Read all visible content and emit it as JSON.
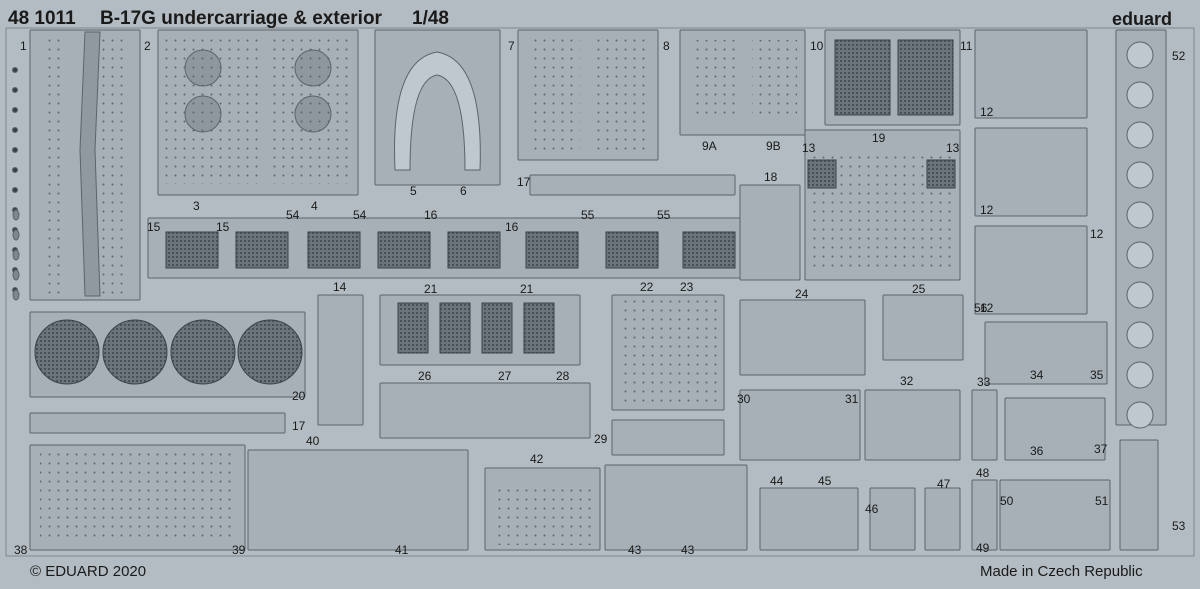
{
  "sheet": {
    "product_code": "48 1011",
    "title": "B-17G undercarriage & exterior",
    "scale": "1/48",
    "brand": "eduard",
    "copyright": "© EDUARD 2020",
    "origin": "Made in Czech Republic"
  },
  "part_numbers": [
    "1",
    "2",
    "3",
    "4",
    "5",
    "6",
    "7",
    "8",
    "9A",
    "9B",
    "10",
    "11",
    "12",
    "12",
    "12",
    "12",
    "13",
    "13",
    "14",
    "15",
    "15",
    "16",
    "16",
    "17",
    "17",
    "18",
    "19",
    "20",
    "21",
    "21",
    "22",
    "23",
    "24",
    "25",
    "26",
    "27",
    "28",
    "29",
    "30",
    "31",
    "32",
    "33",
    "34",
    "35",
    "36",
    "37",
    "38",
    "39",
    "40",
    "41",
    "42",
    "43",
    "43",
    "44",
    "45",
    "46",
    "47",
    "48",
    "49",
    "50",
    "51",
    "52",
    "53",
    "54",
    "54",
    "55",
    "55",
    "56"
  ],
  "colors": {
    "fret": "#b3bcc2",
    "part": "#a6b0b6",
    "outline": "#5b646a",
    "dark": "#3a4248"
  }
}
